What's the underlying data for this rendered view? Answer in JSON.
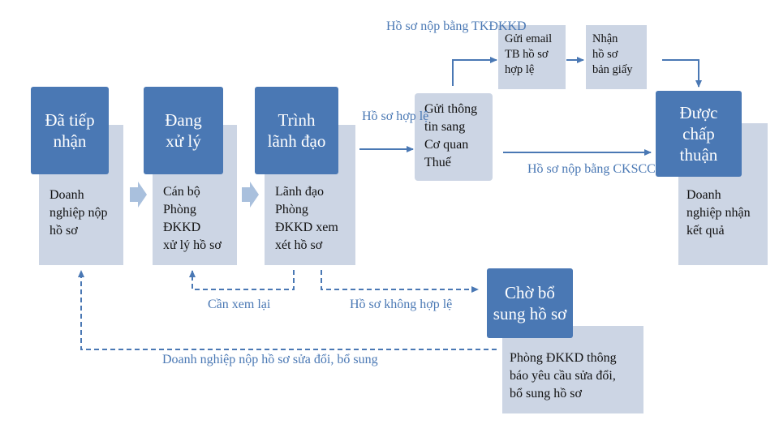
{
  "steps": {
    "received": {
      "title": "Đã tiếp\nnhận",
      "detail": "Doanh\nnghiệp nộp\nhồ sơ"
    },
    "processing": {
      "title": "Đang\nxử lý",
      "detail": "Cán bộ\nPhòng\nĐKKD\nxử lý hồ sơ"
    },
    "submit_leader": {
      "title": "Trình\nlãnh đạo",
      "detail": "Lãnh đạo\nPhòng\nĐKKD xem\nxét hồ sơ"
    },
    "approved": {
      "title": "Được\nchấp\nthuận",
      "detail": "Doanh\nnghiệp nhận\nkết quả"
    },
    "awaiting_supplement": {
      "title": "Chờ bổ\nsung hồ sơ",
      "detail": "Phòng ĐKKD thông\nbáo yêu cầu sửa đổi,\nbổ sung hồ sơ"
    }
  },
  "boxes": {
    "tax_agency": "Gửi thông\ntin sang\nCơ quan\nThuế",
    "send_email": "Gửi email\nTB hồ sơ\nhợp lệ",
    "receive_paper": "Nhận\nhồ sơ\nbản giấy"
  },
  "labels": {
    "valid_docs": "Hồ sơ\nhợp lệ",
    "submitted_tkdkkd": "Hồ sơ nộp bằng\nTKĐKKD",
    "submitted_ckscc": "Hồ sơ nộp bằng\nCKSCC",
    "review_again": "Cần xem lại",
    "invalid_docs": "Hồ sơ không hợp lệ",
    "resubmit": "Doanh nghiệp nộp hồ sơ sửa đổi, bổ sung"
  },
  "colors": {
    "primary": "#4a78b4",
    "light": "#ccd5e4",
    "arrow": "#4a78b4",
    "chevron": "#a9c0dd"
  }
}
